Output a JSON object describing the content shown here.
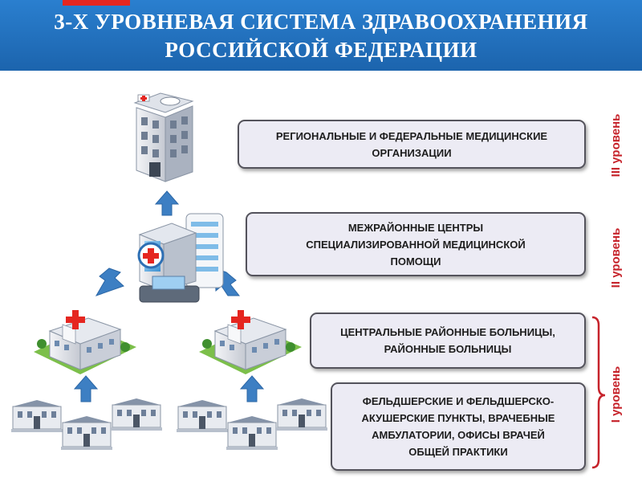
{
  "title": {
    "line1": "3-Х УРОВНЕВАЯ СИСТЕМА ЗДРАВООХРАНЕНИЯ",
    "line2": "РОССИЙСКОЙ ФЕДЕРАЦИИ"
  },
  "boxes": {
    "regional": {
      "line1": "РЕГИОНАЛЬНЫЕ И ФЕДЕРАЛЬНЫЕ МЕДИЦИНСКИЕ",
      "line2": "ОРГАНИЗАЦИИ"
    },
    "interdistrict": {
      "line1": "МЕЖРАЙОННЫЕ ЦЕНТРЫ",
      "line2": "СПЕЦИАЛИЗИРОВАННОЙ МЕДИЦИНСКОЙ",
      "line3": "ПОМОЩИ"
    },
    "central": {
      "line1": "ЦЕНТРАЛЬНЫЕ РАЙОННЫЕ БОЛЬНИЦЫ,",
      "line2": "РАЙОННЫЕ БОЛЬНИЦЫ"
    },
    "paramedic": {
      "line1": "ФЕЛЬДШЕРСКИЕ И ФЕЛЬДШЕРСКО-",
      "line2": "АКУШЕРСКИЕ ПУНКТЫ, ВРАЧЕБНЫЕ",
      "line3": "АМБУЛАТОРИИ, ОФИСЫ ВРАЧЕЙ",
      "line4": "ОБЩЕЙ ПРАКТИКИ"
    }
  },
  "levels": {
    "level3": "III уровень",
    "level2": "II уровень",
    "level1": "I уровень"
  },
  "colors": {
    "header": "#1c64ad",
    "accent": "#e52620",
    "level_text": "#c6232b",
    "arrow": "#3d7fc3",
    "box_fill": "#ecebf4"
  },
  "icons": [
    "hospital-tower-icon",
    "medical-center-icon",
    "district-hospital-icon",
    "clinic-icon",
    "arrow-up-icon"
  ]
}
